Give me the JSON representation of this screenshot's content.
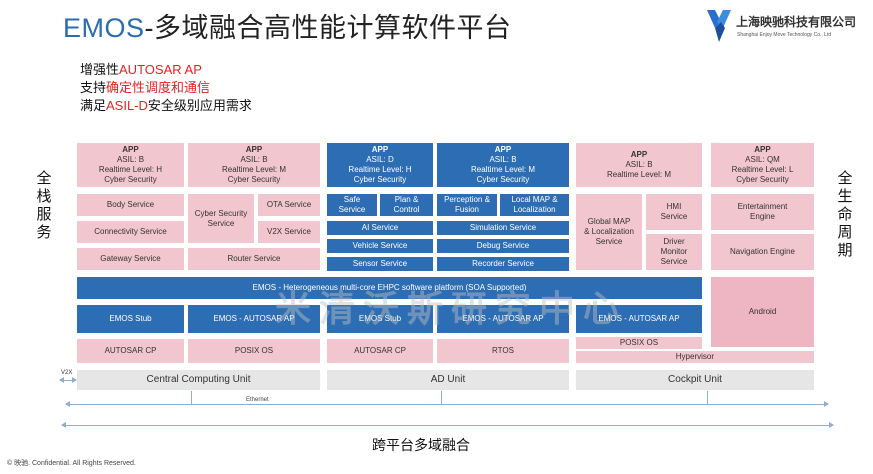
{
  "title": {
    "brand": "EMOS",
    "rest": "-多域融合高性能计算软件平台"
  },
  "features": [
    {
      "pre": "增强性",
      "hl": "AUTOSAR AP",
      "post": ""
    },
    {
      "pre": "支持",
      "hl": "确定性调度和通信",
      "post": ""
    },
    {
      "pre": "满足",
      "hl": "ASIL-D",
      "post": "安全级别应用需求"
    }
  ],
  "logo": {
    "name": "上海映驰科技有限公司",
    "sub": "Shanghai Enjoy Move Technology Co., Ltd"
  },
  "side_left": "全栈服务",
  "side_right": "全生命周期",
  "bottom_label": "跨平台多域融合",
  "footer": "© 映驰. Confidential. All Rights Reserved.",
  "watermark": "米清沃斯研究中心",
  "colors": {
    "pink": "#f2c6cf",
    "blue": "#2d6db3",
    "gray": "#e6e6e6",
    "accent_red": "#e32323"
  },
  "apps": [
    {
      "title": "APP",
      "asil": "ASIL: B",
      "rt": "Realtime Level: H",
      "cs": "Cyber Security"
    },
    {
      "title": "APP",
      "asil": "ASIL: B",
      "rt": "Realtime Level: M",
      "cs": "Cyber Security"
    },
    {
      "title": "APP",
      "asil": "ASIL: D",
      "rt": "Realtime Level: H",
      "cs": "Cyber Security"
    },
    {
      "title": "APP",
      "asil": "ASIL: B",
      "rt": "Realtime Level: M",
      "cs": "Cyber Security"
    },
    {
      "title": "APP",
      "asil": "ASIL: B",
      "rt": "Realtime Level: M",
      "cs": ""
    },
    {
      "title": "APP",
      "asil": "ASIL: QM",
      "rt": "Realtime Level: L",
      "cs": "Cyber Security"
    }
  ],
  "services": {
    "body": "Body Service",
    "connectivity": "Connectivity Service",
    "gateway": "Gateway Service",
    "cyber": "Cyber Security Service",
    "ota": "OTA Service",
    "v2x": "V2X Service",
    "router": "Router Service",
    "safe": "Safe Service",
    "plan": "Plan & Control",
    "perception": "Perception & Fusion",
    "localmap": "Local MAP & Localization",
    "ai": "AI Service",
    "simulation": "Simulation Service",
    "vehicle": "Vehicle Service",
    "debug": "Debug Service",
    "sensor": "Sensor Service",
    "recorder": "Recorder Service",
    "globalmap": "Global MAP & Localization Service",
    "hmi": "HMI Service",
    "driver": "Driver Monitor Service",
    "entertainment": "Entertainment Engine",
    "navigation": "Navigation Engine"
  },
  "platform_bar": "EMOS - Heterogeneous multi-core EHPC software platform (SOA Supported)",
  "middle": {
    "stub1": "EMOS Stub",
    "ap1": "EMOS - AUTOSAR AP",
    "stub2": "EMOS Stub",
    "ap2": "EMOS - AUTOSAR AP",
    "ap3": "EMOS - AUTOSAR AP",
    "android": "Android"
  },
  "os": {
    "cp1": "AUTOSAR CP",
    "posix1": "POSIX OS",
    "cp2": "AUTOSAR CP",
    "rtos": "RTOS",
    "posix2": "POSIX OS",
    "hypervisor": "Hypervisor"
  },
  "units": {
    "ccu": "Central Computing Unit",
    "ad": "AD Unit",
    "cockpit": "Cockpit Unit",
    "v2x": "V2X",
    "ethernet": "Ethernet"
  }
}
